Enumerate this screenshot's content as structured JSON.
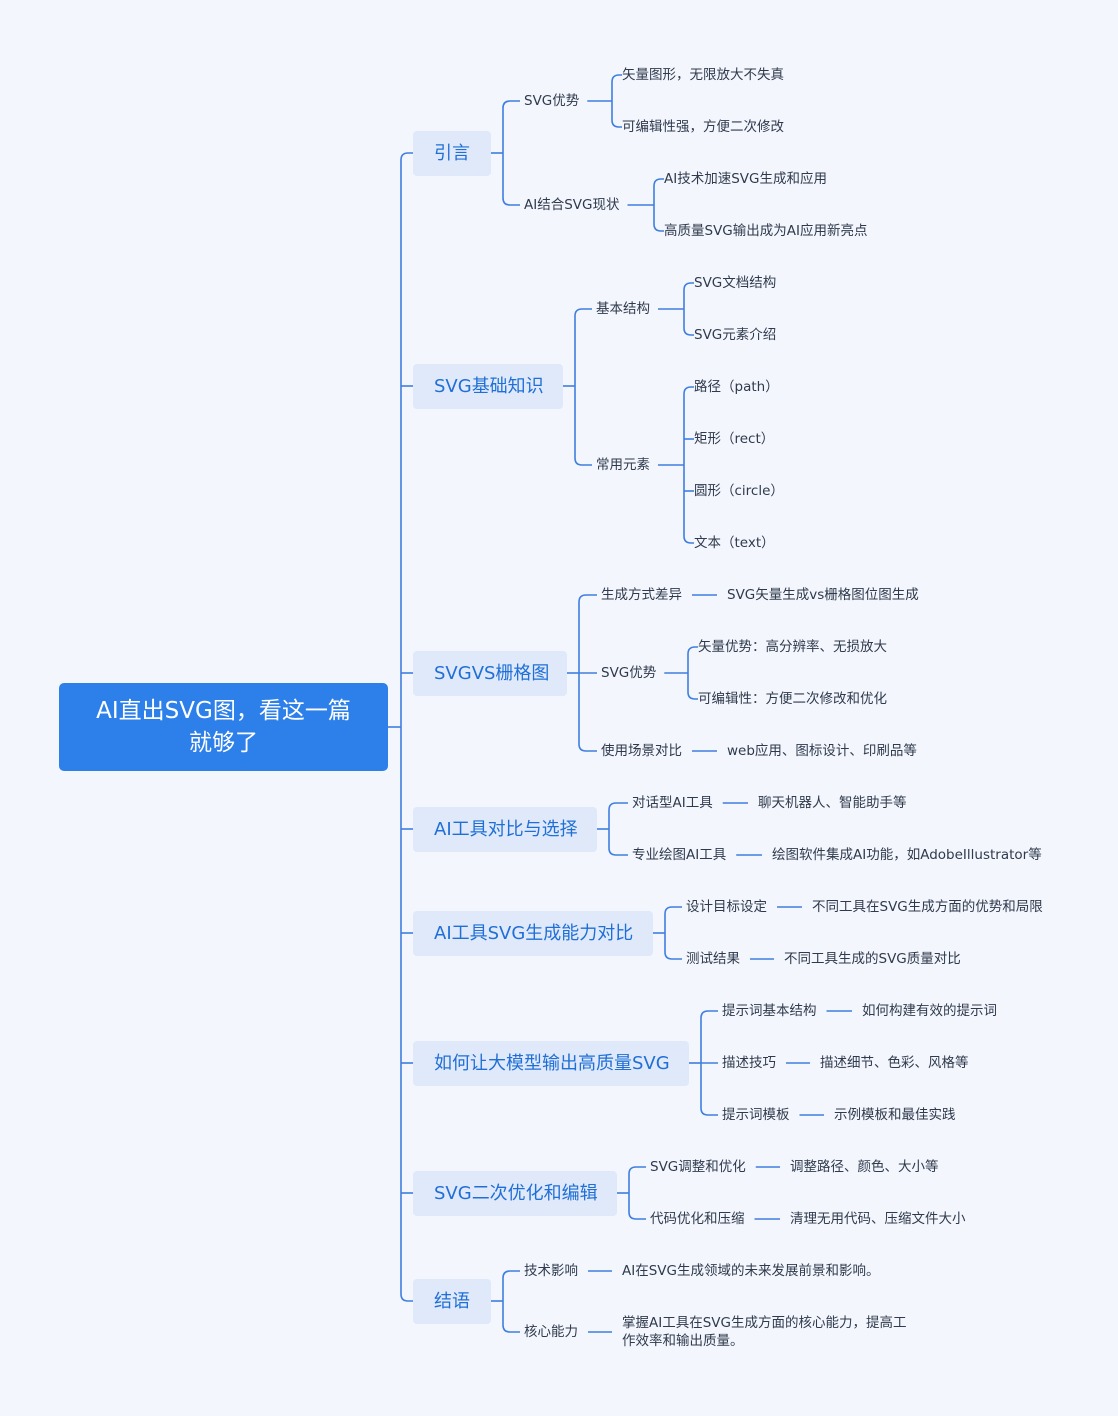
{
  "root": {
    "title": "AI直出SVG图，看这一篇就够了"
  },
  "colors": {
    "accent": "#2d7fe9",
    "line": "#3f7fdf",
    "branch_bg": "#e0e9fa",
    "branch_text": "#1f6fd6",
    "background": "#f3f6fd"
  },
  "branches": [
    {
      "label": "引言",
      "children": [
        {
          "label": "SVG优势",
          "children": [
            {
              "label": "矢量图形，无限放大不失真"
            },
            {
              "label": "可编辑性强，方便二次修改"
            }
          ]
        },
        {
          "label": "AI结合SVG现状",
          "children": [
            {
              "label": "AI技术加速SVG生成和应用"
            },
            {
              "label": "高质量SVG输出成为AI应用新亮点"
            }
          ]
        }
      ]
    },
    {
      "label": "SVG基础知识",
      "children": [
        {
          "label": "基本结构",
          "children": [
            {
              "label": "SVG文档结构"
            },
            {
              "label": "SVG元素介绍"
            }
          ]
        },
        {
          "label": "常用元素",
          "children": [
            {
              "label": "路径（path）"
            },
            {
              "label": "矩形（rect）"
            },
            {
              "label": "圆形（circle）"
            },
            {
              "label": "文本（text）"
            }
          ]
        }
      ]
    },
    {
      "label": "SVGVS栅格图",
      "children": [
        {
          "label": "生成方式差异",
          "children": [
            {
              "label": "SVG矢量生成vs栅格图位图生成"
            }
          ]
        },
        {
          "label": "SVG优势",
          "children": [
            {
              "label": "矢量优势：高分辨率、无损放大"
            },
            {
              "label": "可编辑性：方便二次修改和优化"
            }
          ]
        },
        {
          "label": "使用场景对比",
          "children": [
            {
              "label": "web应用、图标设计、印刷品等"
            }
          ]
        }
      ]
    },
    {
      "label": "AI工具对比与选择",
      "children": [
        {
          "label": "对话型AI工具",
          "children": [
            {
              "label": "聊天机器人、智能助手等"
            }
          ]
        },
        {
          "label": "专业绘图AI工具",
          "children": [
            {
              "label": "绘图软件集成AI功能，如AdobeIllustrator等"
            }
          ]
        }
      ]
    },
    {
      "label": "AI工具SVG生成能力对比",
      "children": [
        {
          "label": "设计目标设定",
          "children": [
            {
              "label": "不同工具在SVG生成方面的优势和局限"
            }
          ]
        },
        {
          "label": "测试结果",
          "children": [
            {
              "label": "不同工具生成的SVG质量对比"
            }
          ]
        }
      ]
    },
    {
      "label": "如何让大模型输出高质量SVG",
      "children": [
        {
          "label": "提示词基本结构",
          "children": [
            {
              "label": "如何构建有效的提示词"
            }
          ]
        },
        {
          "label": "描述技巧",
          "children": [
            {
              "label": "描述细节、色彩、风格等"
            }
          ]
        },
        {
          "label": "提示词模板",
          "children": [
            {
              "label": "示例模板和最佳实践"
            }
          ]
        }
      ]
    },
    {
      "label": "SVG二次优化和编辑",
      "children": [
        {
          "label": "SVG调整和优化",
          "children": [
            {
              "label": "调整路径、颜色、大小等"
            }
          ]
        },
        {
          "label": "代码优化和压缩",
          "children": [
            {
              "label": "清理无用代码、压缩文件大小"
            }
          ]
        }
      ]
    },
    {
      "label": "结语",
      "children": [
        {
          "label": "技术影响",
          "children": [
            {
              "label": "AI在SVG生成领域的未来发展前景和影响。"
            }
          ]
        },
        {
          "label": "核心能力",
          "children": [
            {
              "label": "掌握AI工具在SVG生成方面的核心能力，提高工作效率和输出质量。"
            }
          ]
        }
      ]
    }
  ]
}
